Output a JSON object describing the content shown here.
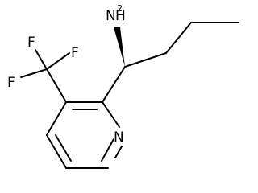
{
  "molecule": {
    "atoms": {
      "amine": {
        "symbol": "N",
        "text": "H",
        "subscript": "2"
      },
      "fluorine_top_left": {
        "text": "F"
      },
      "fluorine_top_right": {
        "text": "F"
      },
      "fluorine_left": {
        "text": "F"
      },
      "pyridine_nitrogen": {
        "text": "N"
      }
    },
    "colors": {
      "bond": "#000000",
      "label": "#000000",
      "background": "#ffffff"
    }
  }
}
